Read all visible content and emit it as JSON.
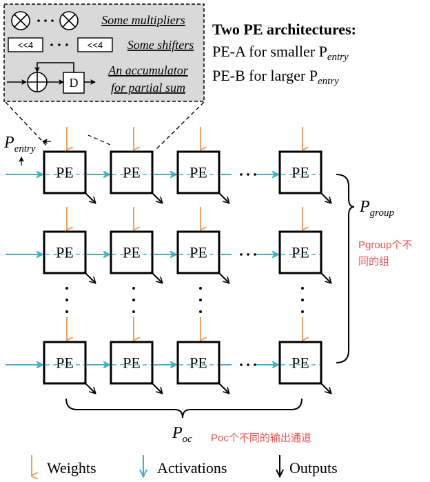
{
  "inset": {
    "multipliers_label": "Some multipliers",
    "shifter_label": "<<4",
    "shifters_label": "Some shifters",
    "accumulator_line1": "An accumulator",
    "accumulator_line2": "for partial sum",
    "delay_label": "D"
  },
  "title": {
    "heading": "Two PE architectures:",
    "line_a_prefix": "PE-A for smaller P",
    "line_a_sub": "entry",
    "line_b_prefix": "PE-B for larger P",
    "line_b_sub": "entry"
  },
  "labels": {
    "p_entry": "P",
    "p_entry_sub": "entry",
    "p_group": "P",
    "p_group_sub": "group",
    "p_oc": "P",
    "p_oc_sub": "oc",
    "pe": "PE",
    "pgroup_note_line1": "Pgroup个不",
    "pgroup_note_line2": "同的组",
    "poc_note": "Poc个不同的输出通道"
  },
  "legend": {
    "weights": "Weights",
    "activations": "Activations",
    "outputs": "Outputs"
  },
  "colors": {
    "weights": "#F0A060",
    "activations": "#40B0C8",
    "outputs": "#000000",
    "inset_bg": "#D9D9D9",
    "note_red": "#F05050"
  }
}
